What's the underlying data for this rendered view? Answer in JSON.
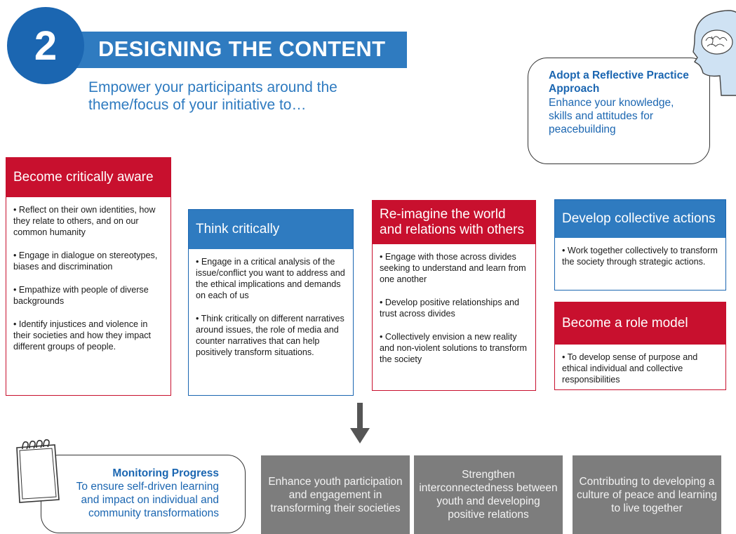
{
  "header": {
    "number": "2",
    "title": "DESIGNING THE CONTENT",
    "subtitle": "Empower your participants around the theme/focus of your initiative to…"
  },
  "reflective": {
    "title": "Adopt a Reflective Practice Approach",
    "text": "Enhance your knowledge, skills and attitudes for peacebuilding",
    "icon": "head-brain-icon"
  },
  "boxes": [
    {
      "title": "Become critically aware",
      "color": "#c8102e",
      "items": [
        "•  Reflect on their own identities, how they relate to others, and on our common humanity",
        "•  Engage in dialogue on stereotypes, biases and discrimination",
        "•  Empathize with people of diverse backgrounds",
        "•  Identify injustices and violence in their societies and how they impact different groups of people."
      ]
    },
    {
      "title": "Think critically",
      "color": "#2f7bc0",
      "items": [
        "•  Engage in a critical analysis of the issue/conflict you want to address and the ethical implications and demands on each of us",
        "•  Think critically on different narratives around issues, the role of media and counter narratives that can help positively transform situations."
      ]
    },
    {
      "title": "Re-imagine the world and relations with others",
      "color": "#c8102e",
      "items": [
        "•  Engage with those across divides seeking to understand and learn from one another",
        "•  Develop positive relationships and trust across divides",
        "•  Collectively envision a new reality and non-violent solutions to transform the society"
      ]
    },
    {
      "title": "Develop collective actions",
      "color": "#2f7bc0",
      "items": [
        "•  Work together collectively to transform the society through strategic actions."
      ]
    },
    {
      "title": "Become a role model",
      "color": "#c8102e",
      "items": [
        "•  To develop sense of purpose and ethical individual and collective responsibilities"
      ]
    }
  ],
  "outcomes": [
    "Enhance youth participation and engagement in transforming their societies",
    "Strengthen interconnectedness between youth and developing positive relations",
    "Contributing to developing a culture of peace and learning to live together"
  ],
  "monitoring": {
    "title": "Monitoring Progress",
    "text": "To ensure self-driven learning and impact on individual and community transformations",
    "icon": "notepad-icon"
  },
  "colors": {
    "blue": "#2f7bc0",
    "dark_blue": "#1b66b1",
    "red": "#c8102e",
    "gray": "#7d7d7d"
  }
}
